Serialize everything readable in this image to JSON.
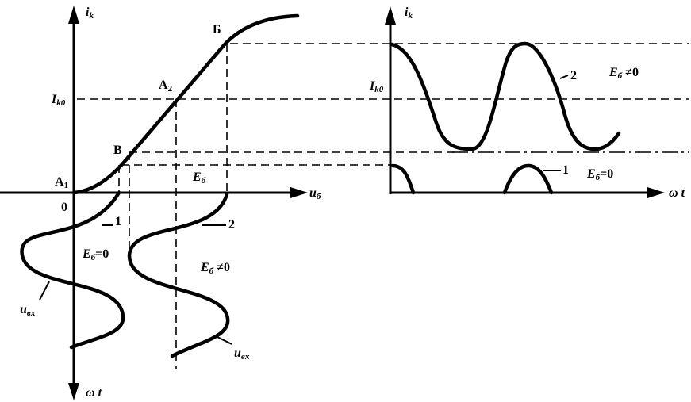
{
  "left": {
    "y_axis": {
      "sym": "i",
      "sub": "k"
    },
    "x_axis": {
      "sym": "u",
      "sub": "б"
    },
    "t_axis": {
      "sym": "ω t"
    },
    "origin": "0",
    "level": {
      "sym": "I",
      "sub": "k0"
    },
    "points": {
      "A1": {
        "sym": "A",
        "sub": "1"
      },
      "A2": {
        "sym": "A",
        "sub": "2"
      },
      "B": "Б",
      "V": "В"
    },
    "bias_label": {
      "sym": "E",
      "sub": "б"
    },
    "curve1_num": "1",
    "curve2_num": "2",
    "zero_bias": {
      "sym": "E",
      "sub": "б",
      "rest": "=0"
    },
    "nonzero_bias": {
      "sym": "E",
      "sub": "б",
      "rest": " ≠0"
    },
    "input1": {
      "sym": "u",
      "sub": "вх"
    },
    "input2": {
      "sym": "u",
      "sub": "вх"
    }
  },
  "right": {
    "y_axis": {
      "sym": "i",
      "sub": "k"
    },
    "t_axis": {
      "sym": "ω t"
    },
    "level": {
      "sym": "I",
      "sub": "k0"
    },
    "curve2_num": "2",
    "curve1_num": "1",
    "nonzero_bias": {
      "sym": "E",
      "sub": "б",
      "rest": " ≠0"
    },
    "zero_bias": {
      "sym": "E",
      "sub": "б",
      "rest": "=0"
    }
  }
}
